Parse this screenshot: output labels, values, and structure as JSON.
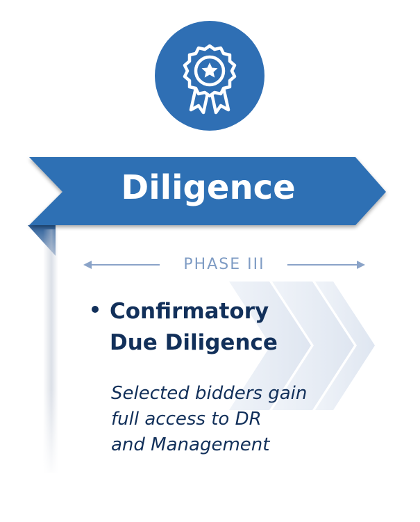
{
  "icon": {
    "name": "award-ribbon-icon"
  },
  "banner": {
    "title": "Diligence"
  },
  "phase": {
    "label": "PHASE III"
  },
  "content": {
    "heading": "Confirmatory\nDue Diligence",
    "description": "Selected bidders gain\nfull access to DR\nand Management"
  },
  "colors": {
    "primary_blue": "#2f6fb4",
    "dark_blue": "#1f5a9a",
    "navy_text": "#12305a",
    "phase_text": "#7f9cc4",
    "chevron": "#e3e9f2"
  }
}
